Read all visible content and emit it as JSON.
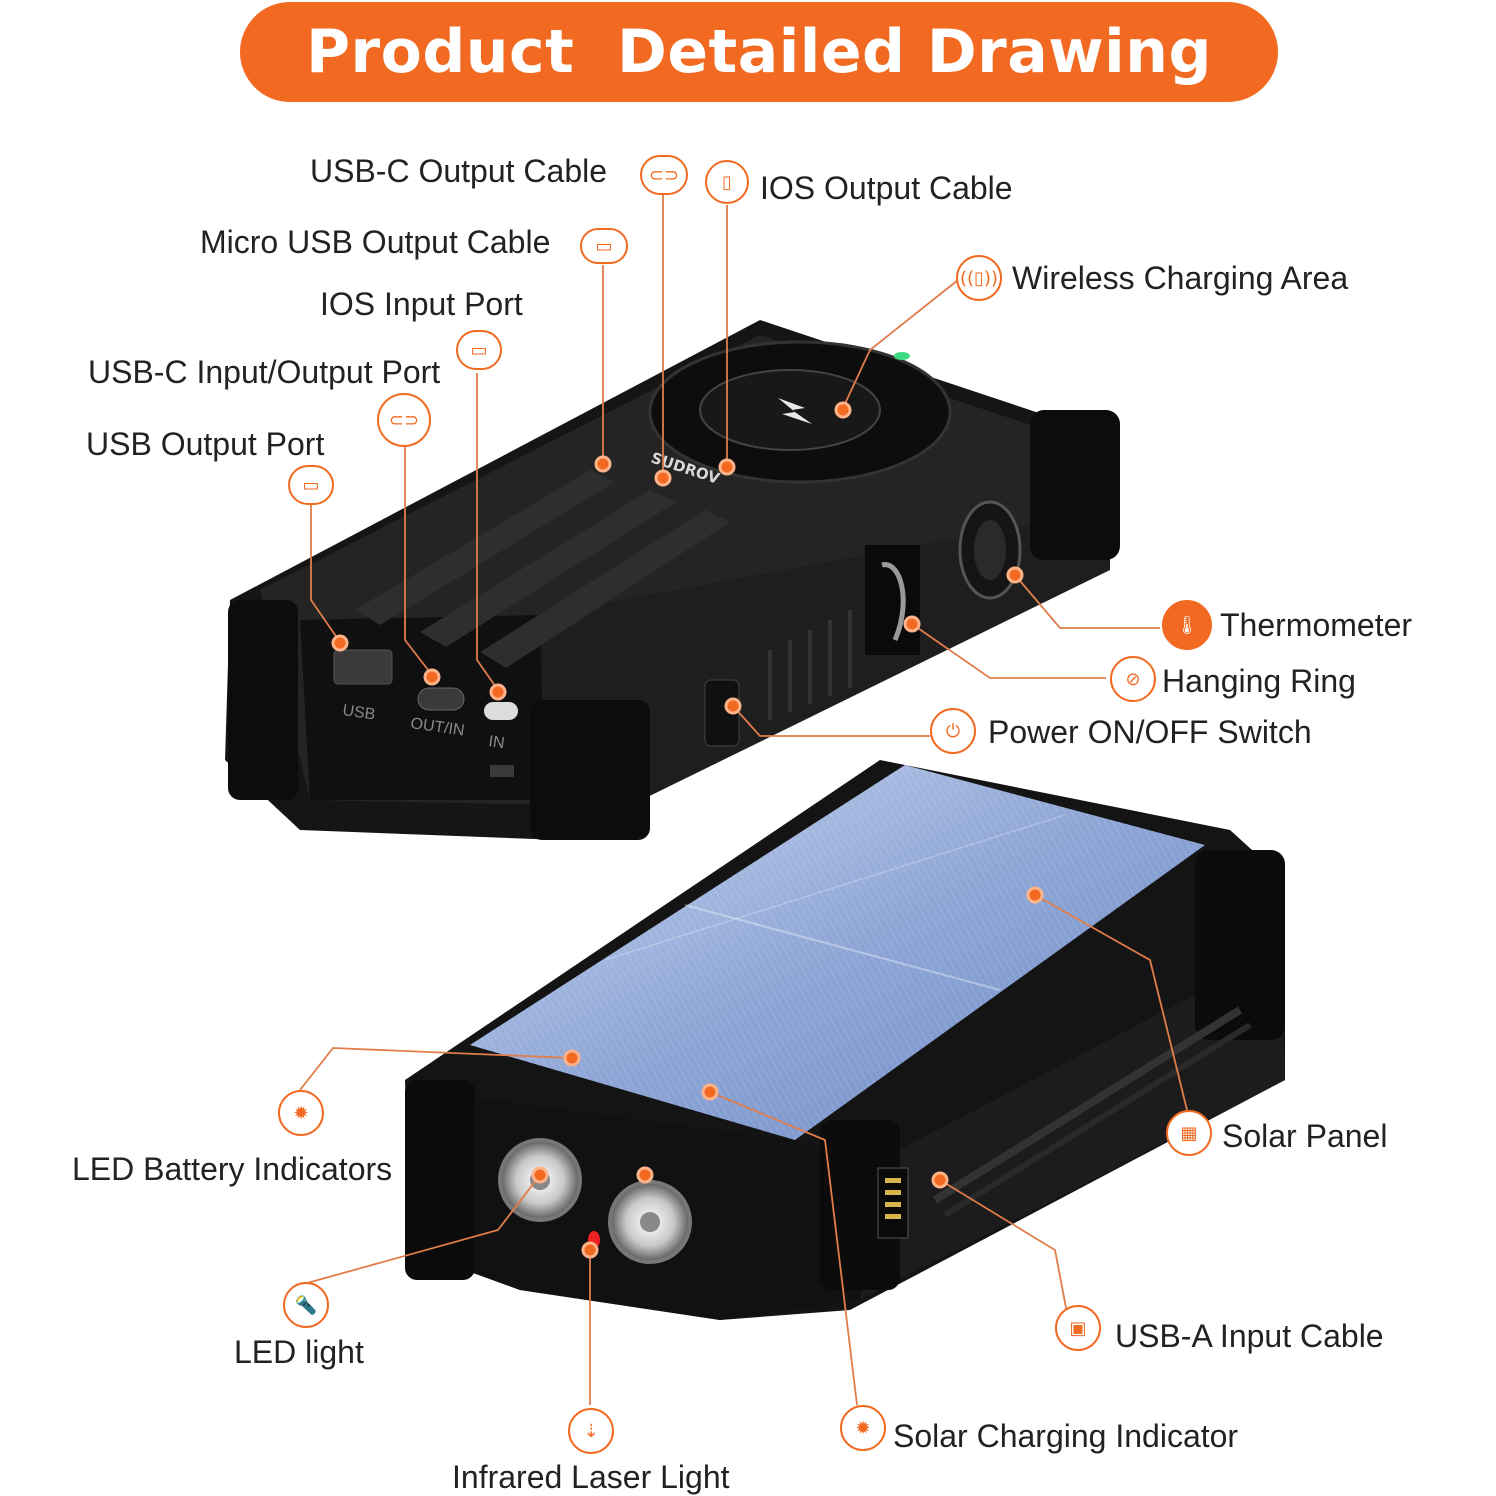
{
  "title": "Product  Detailed Drawing",
  "brand": "SUDROV",
  "port_marks": {
    "usb": "USB",
    "outin": "OUT/IN",
    "in": "IN"
  },
  "labels": {
    "usb_c_output_cable": "USB-C Output Cable",
    "ios_output_cable": "IOS Output Cable",
    "micro_usb_output_cable": "Micro USB Output Cable",
    "wireless_charging_area": "Wireless Charging Area",
    "ios_input_port": "IOS Input Port",
    "usb_c_input_output_port": "USB-C Input/Output Port",
    "usb_output_port": "USB Output Port",
    "thermometer": "Thermometer",
    "hanging_ring": "Hanging Ring",
    "power_switch": "Power ON/OFF Switch",
    "led_battery_indicators": "LED Battery Indicators",
    "solar_panel": "Solar Panel",
    "led_light": "LED light",
    "usb_a_input_cable": "USB-A Input Cable",
    "solar_charging_indicator": "Solar Charging Indicator",
    "infrared_laser_light": "Infrared Laser Light"
  },
  "colors": {
    "accent": "#f26a21",
    "body": "#1b1b1b",
    "solar": "#9fb3dc",
    "text": "#222222"
  }
}
